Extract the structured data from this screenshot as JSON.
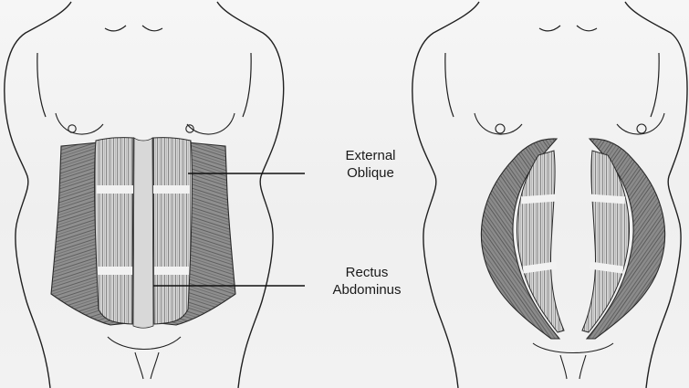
{
  "figure": {
    "labels": {
      "external_oblique_line1": "External",
      "external_oblique_line2": "Oblique",
      "rectus_abdominus_line1": "Rectus",
      "rectus_abdominus_line2": "Abdominus"
    },
    "colors": {
      "background": "#f1f1f1",
      "outline": "#202020",
      "muscle_fill": "#8d8d8d",
      "muscle_light": "#d4d4d4",
      "tendon": "#f2f2f2"
    }
  }
}
